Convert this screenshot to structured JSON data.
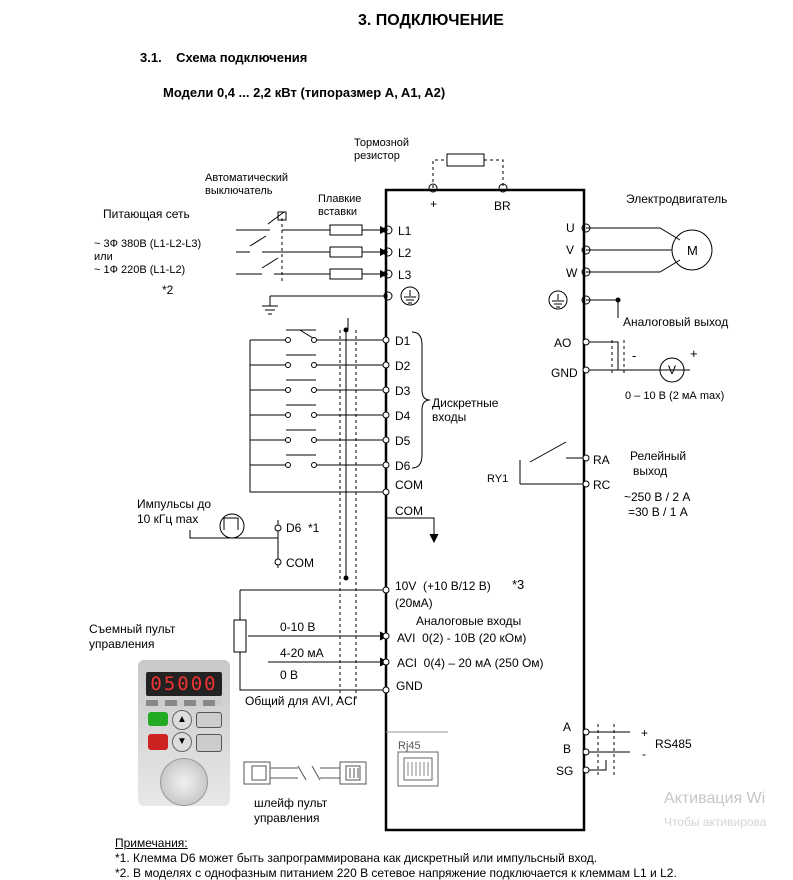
{
  "header": {
    "section_title": "3. ПОДКЛЮЧЕНИЕ",
    "subsection": "3.1.    Схема подключения",
    "models": "Модели 0,4 ... 2,2 кВт (типоразмер A, A1, A2)"
  },
  "left": {
    "brake_resistor": [
      "Тормозной",
      "резистор"
    ],
    "breaker": [
      "Автоматический",
      "выключатель"
    ],
    "fuses": [
      "Плавкие",
      "вставки"
    ],
    "mains": "Питающая сеть",
    "mains_spec": [
      "~ 3Ф 380В (L1-L2-L3)",
      "или",
      "~ 1Ф 220В (L1-L2)"
    ],
    "note2": "*2",
    "discrete": [
      "Дискретные",
      "входы"
    ],
    "pulses": [
      "Импульсы до",
      "10 кГц max"
    ],
    "keypad": [
      "Съемный пульт",
      "управления"
    ],
    "lcd": "05000",
    "v010": "0-10 В",
    "ma420": "4-20 мА",
    "v0": "0 В",
    "common_avi": "Общий для AVI, ACI",
    "cable": [
      "шлейф пульт",
      "управления"
    ],
    "rj45": "Rj45"
  },
  "terminals": {
    "plus": "+",
    "br": "BR",
    "l1": "L1",
    "l2": "L2",
    "l3": "L3",
    "d1": "D1",
    "d2": "D2",
    "d3": "D3",
    "d4": "D4",
    "d5": "D5",
    "d6": "D6",
    "com": "COM",
    "com2": "COM",
    "d6b": "D6  *1",
    "com3": "COM",
    "v10": "10V  (+10 В/12 В)",
    "note3": "*3",
    "ma20": "(20мА)",
    "analog_in": "Аналоговые входы",
    "avi": "AVI  0(2) - 10В (20 кОм)",
    "aci": "ACI  0(4) – 20 мА (250 Ом)",
    "gnd": "GND",
    "u": "U",
    "v": "V",
    "w": "W",
    "ao": "AO",
    "gnd2": "GND",
    "ra": "RA",
    "rc": "RC",
    "ry1": "RY1",
    "a": "A",
    "b": "B",
    "sg": "SG"
  },
  "right": {
    "motor": "Электродвигатель",
    "m": "M",
    "analog_out": "Аналоговый выход",
    "minus": "-",
    "plus": "+",
    "vm": "V",
    "range": "0 – 10 В (2 мА max)",
    "relay": [
      "Релейный",
      "выход"
    ],
    "relay_spec": [
      "~250 В / 2 А",
      "=30 В / 1 А"
    ],
    "rs485": "RS485",
    "rs_plus": "+",
    "rs_minus": "-"
  },
  "notes": {
    "title": "Примечания:",
    "n1": "*1. Клемма D6 может быть запрограммирована как дискретный или импульсный вход.",
    "n2": "*2. В моделях с однофазным питанием 220 В сетевое напряжение подключается к клеммам L1 и L2."
  },
  "watermark": {
    "line1": "Активация Wi",
    "line2": "Чтобы активирова"
  }
}
